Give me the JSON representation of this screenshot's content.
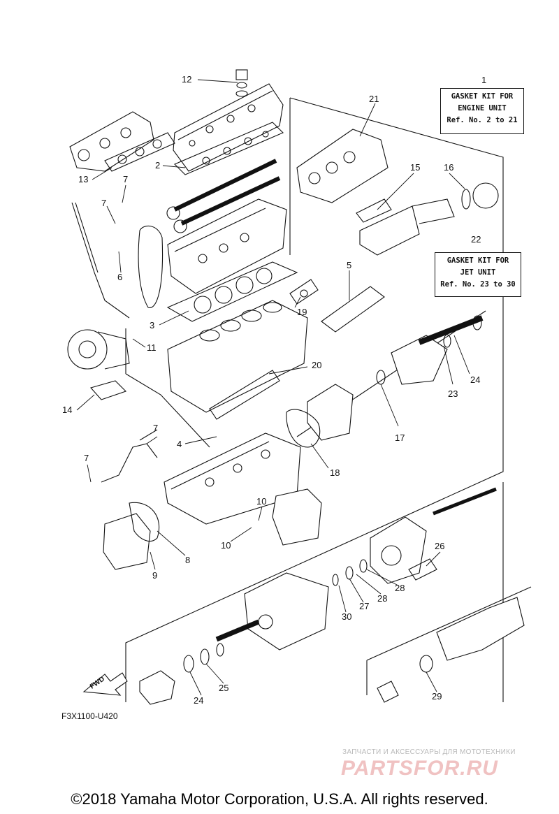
{
  "kits": {
    "engine": {
      "number": "1",
      "line1": "GASKET KIT FOR",
      "line2": "ENGINE UNIT",
      "line3": "Ref. No. 2 to 21"
    },
    "jet": {
      "number": "22",
      "line1": "GASKET KIT FOR",
      "line2": "JET UNIT",
      "line3": "Ref. No. 23 to 30"
    }
  },
  "callouts": {
    "c12": "12",
    "c21": "21",
    "c2": "2",
    "c13": "13",
    "c7a": "7",
    "c7b": "7",
    "c15": "15",
    "c16": "16",
    "c6": "6",
    "c5": "5",
    "c19": "19",
    "c3": "3",
    "c11": "11",
    "c20": "20",
    "c24a": "24",
    "c23": "23",
    "c14": "14",
    "c17": "17",
    "c7c": "7",
    "c4": "4",
    "c18": "18",
    "c7d": "7",
    "c10a": "10",
    "c10b": "10",
    "c8": "8",
    "c9": "9",
    "c26": "26",
    "c28a": "28",
    "c28b": "28",
    "c27": "27",
    "c30": "30",
    "c25": "25",
    "c24b": "24",
    "c29": "29"
  },
  "fwd_label": "FWD",
  "figure_code": "F3X1100-U420",
  "watermark": {
    "tagline": "ЗАПЧАСТИ И АКСЕССУАРЫ ДЛЯ МОТОТЕХНИКИ",
    "logo": "PARTSFOR.RU"
  },
  "copyright": "©2018 Yamaha Motor Corporation, U.S.A. All rights reserved."
}
